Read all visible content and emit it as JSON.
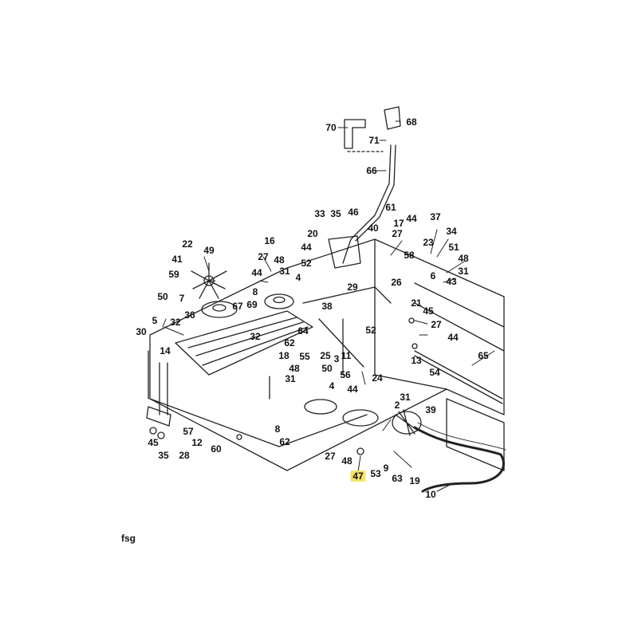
{
  "highlight_color": "#f7e36a",
  "line_color": "#222222",
  "footer_code": "fsg",
  "highlighted_part": "47",
  "callouts": [
    "70",
    "68",
    "71",
    "66",
    "33",
    "35",
    "46",
    "61",
    "44",
    "17",
    "37",
    "20",
    "40",
    "27",
    "34",
    "23",
    "51",
    "22",
    "16",
    "44",
    "58",
    "48",
    "6",
    "41",
    "49",
    "27",
    "48",
    "52",
    "31",
    "59",
    "44",
    "31",
    "4",
    "29",
    "26",
    "43",
    "8",
    "7",
    "69",
    "38",
    "21",
    "45",
    "67",
    "5",
    "50",
    "36",
    "27",
    "32",
    "30",
    "44",
    "52",
    "64",
    "32",
    "14",
    "62",
    "18",
    "65",
    "25",
    "13",
    "55",
    "11",
    "50",
    "3",
    "48",
    "56",
    "24",
    "54",
    "31",
    "4",
    "44",
    "31",
    "8",
    "2",
    "62",
    "39",
    "60",
    "57",
    "12",
    "45",
    "35",
    "28",
    "27",
    "48",
    "9",
    "63",
    "19",
    "47",
    "53",
    "10"
  ]
}
